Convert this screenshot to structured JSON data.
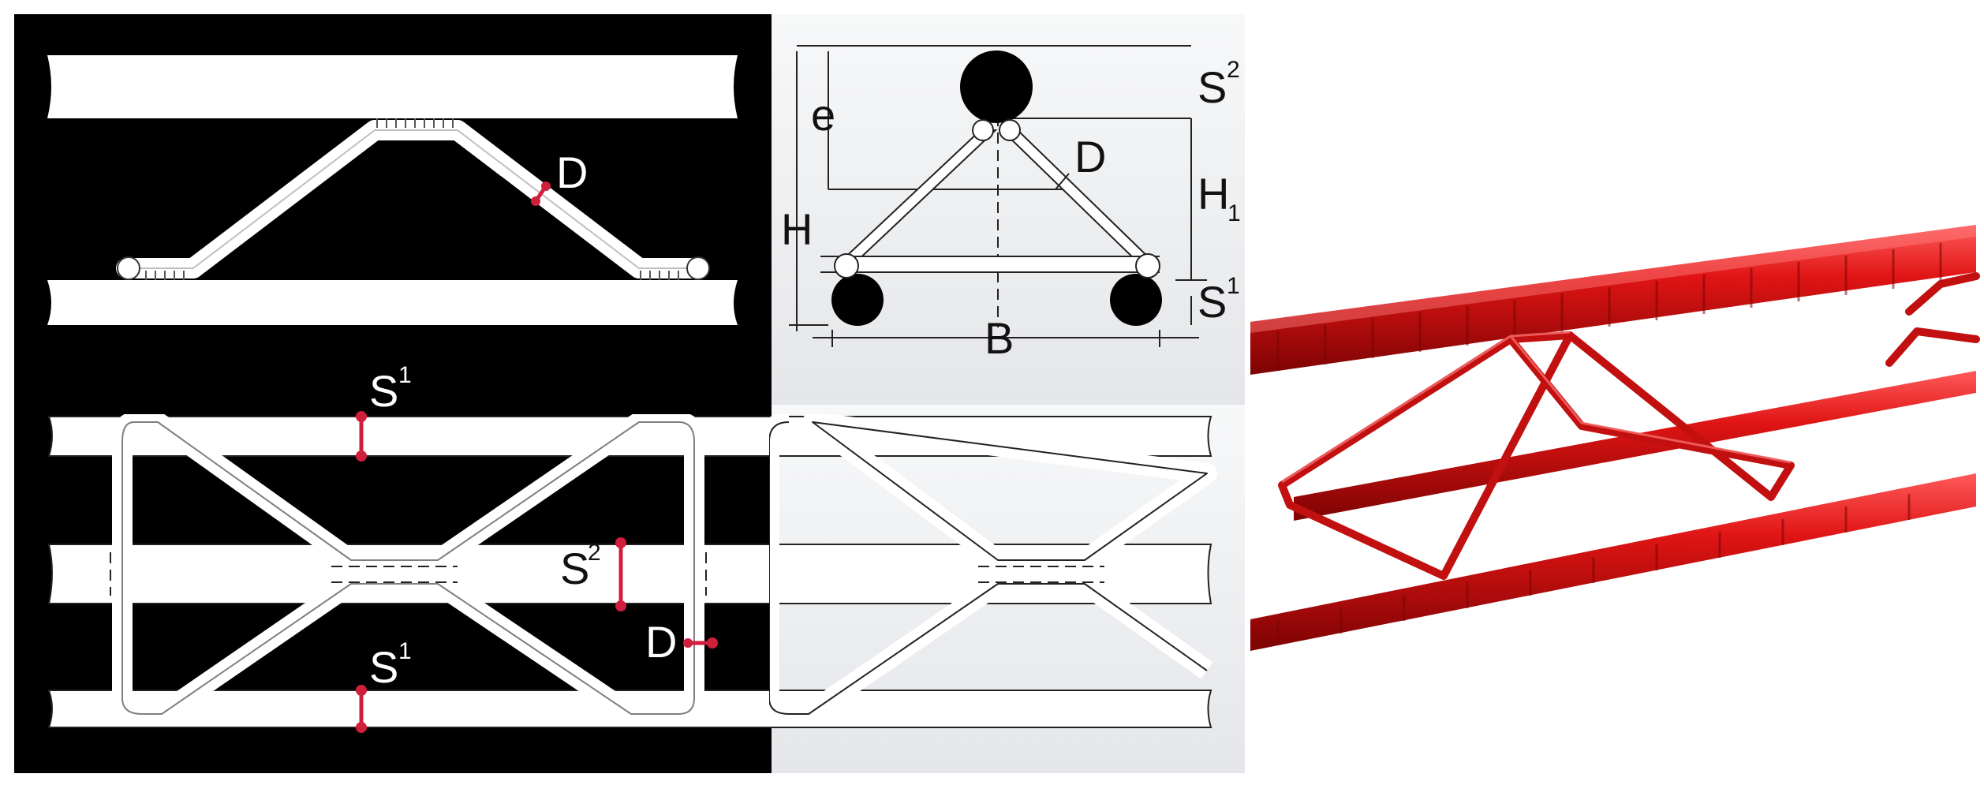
{
  "colors": {
    "panel_black": "#000000",
    "panel_light": "#eef0f2",
    "bar_white": "#ffffff",
    "dimension_red": "#d01f3c",
    "rebar_red": "#cf1212",
    "rebar_dark": "#8a0606",
    "rebar_highlight": "#ff6a6a",
    "text": "#111111"
  },
  "labels": {
    "side_view_d": "D",
    "section_e": "e",
    "section_h": "H",
    "section_d": "D",
    "section_s2": "S",
    "section_s2_sup": "2",
    "section_h1": "H",
    "section_h1_sub": "1",
    "section_s1": "S",
    "section_s1_sup": "1",
    "section_b": "B",
    "plan_s1_top": "S",
    "plan_s1_top_sup": "1",
    "plan_s2": "S",
    "plan_s2_sup": "2",
    "plan_d": "D",
    "plan_s1_bottom": "S",
    "plan_s1_bottom_sup": "1"
  },
  "icons": {
    "photo": "red-rebar-lattice-girder"
  }
}
